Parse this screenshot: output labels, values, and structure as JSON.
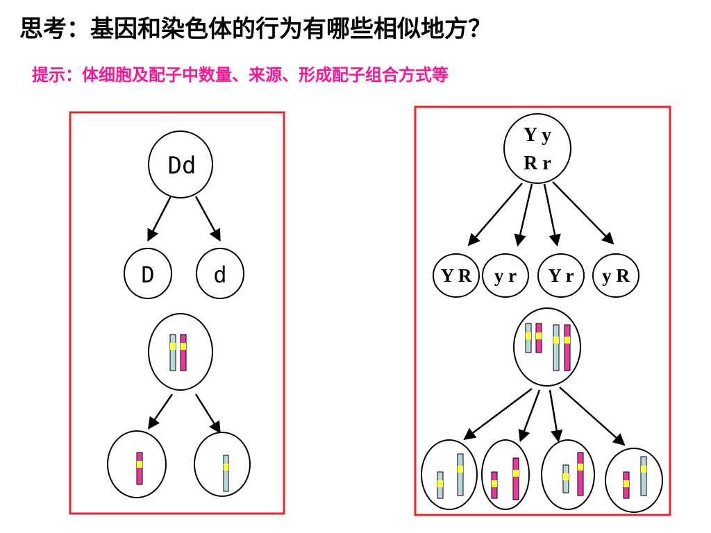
{
  "title": "思考：基因和染色体的行为有哪些相似地方？",
  "hint": "提示：体细胞及配子中数量、来源、形成配子组合方式等",
  "colors": {
    "frame": "#e8262b",
    "hint": "#ff1493",
    "chrom_blue": "#b8d8dc",
    "chrom_pink": "#e8389a",
    "band_yellow": "#ffff33"
  },
  "left_panel": {
    "parent_label": "Dd",
    "gametes": [
      "D",
      "d"
    ]
  },
  "right_panel": {
    "parent_label_line1": "Y y",
    "parent_label_line2": "R r",
    "gametes": [
      "Y R",
      "y r",
      "Y r",
      "y R"
    ]
  }
}
